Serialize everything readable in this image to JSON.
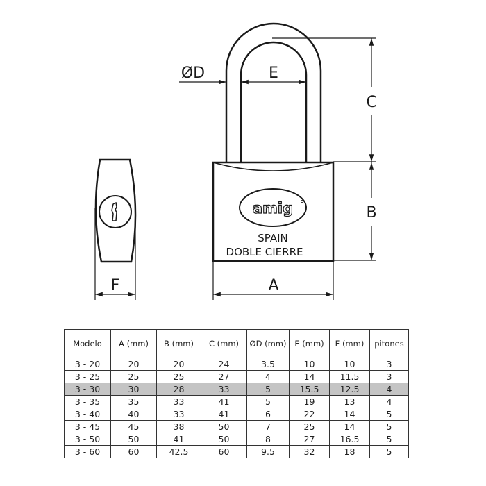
{
  "drawing": {
    "labels": {
      "A": "A",
      "B": "B",
      "C": "C",
      "D": "ØD",
      "E": "E",
      "F": "F"
    },
    "body_text": {
      "line1": "SPAIN",
      "line2": "DOBLE CIERRE"
    },
    "brand_logo": "amig",
    "icons": [
      "padlock-front-view-icon",
      "padlock-side-view-icon",
      "keyhole-icon",
      "amig-logo-icon"
    ]
  },
  "table": {
    "headers": [
      "Modelo",
      "A (mm)",
      "B (mm)",
      "C (mm)",
      "ØD (mm)",
      "E (mm)",
      "F (mm)",
      "pitones"
    ],
    "rows": [
      [
        "3 - 20",
        "20",
        "20",
        "24",
        "3.5",
        "10",
        "10",
        "3"
      ],
      [
        "3 - 25",
        "25",
        "25",
        "27",
        "4",
        "14",
        "11.5",
        "3"
      ],
      [
        "3 - 30",
        "30",
        "28",
        "33",
        "5",
        "15.5",
        "12.5",
        "4"
      ],
      [
        "3 - 35",
        "35",
        "33",
        "41",
        "5",
        "19",
        "13",
        "4"
      ],
      [
        "3 - 40",
        "40",
        "33",
        "41",
        "6",
        "22",
        "14",
        "5"
      ],
      [
        "3 - 45",
        "45",
        "38",
        "50",
        "7",
        "25",
        "14",
        "5"
      ],
      [
        "3 - 50",
        "50",
        "41",
        "50",
        "8",
        "27",
        "16.5",
        "5"
      ],
      [
        "3 - 60",
        "60",
        "42.5",
        "60",
        "9.5",
        "32",
        "18",
        "5"
      ]
    ],
    "highlighted_row": "3 - 30",
    "highlight_color": "#c4c4c4"
  }
}
